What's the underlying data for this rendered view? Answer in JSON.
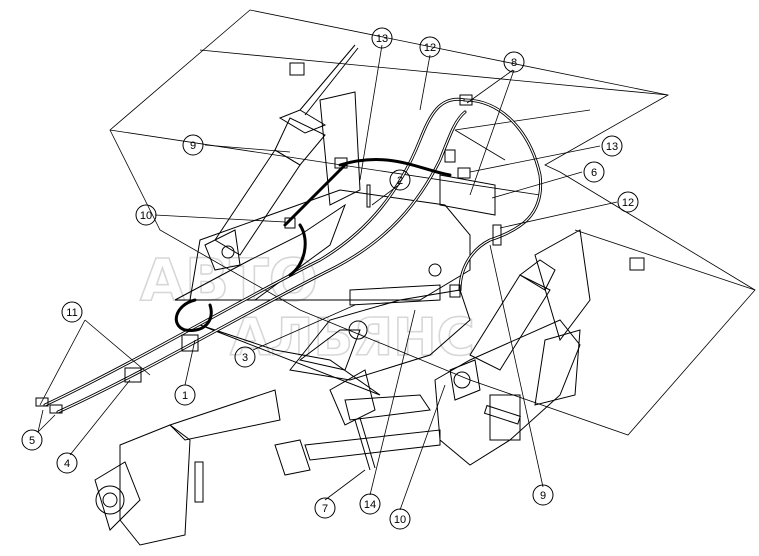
{
  "watermark": {
    "line1": "АВТО",
    "line2": "АЛЬЯНС"
  },
  "callouts": [
    {
      "id": "c1",
      "label": "1"
    },
    {
      "id": "c2",
      "label": "2"
    },
    {
      "id": "c3",
      "label": "3"
    },
    {
      "id": "c4",
      "label": "4"
    },
    {
      "id": "c5",
      "label": "5"
    },
    {
      "id": "c6",
      "label": "6"
    },
    {
      "id": "c7",
      "label": "7"
    },
    {
      "id": "c8",
      "label": "8"
    },
    {
      "id": "c9a",
      "label": "9"
    },
    {
      "id": "c9b",
      "label": "9"
    },
    {
      "id": "c10a",
      "label": "10"
    },
    {
      "id": "c10b",
      "label": "10"
    },
    {
      "id": "c11",
      "label": "11"
    },
    {
      "id": "c12a",
      "label": "12"
    },
    {
      "id": "c12b",
      "label": "12"
    },
    {
      "id": "c13a",
      "label": "13"
    },
    {
      "id": "c13b",
      "label": "13"
    },
    {
      "id": "c14",
      "label": "14"
    }
  ]
}
